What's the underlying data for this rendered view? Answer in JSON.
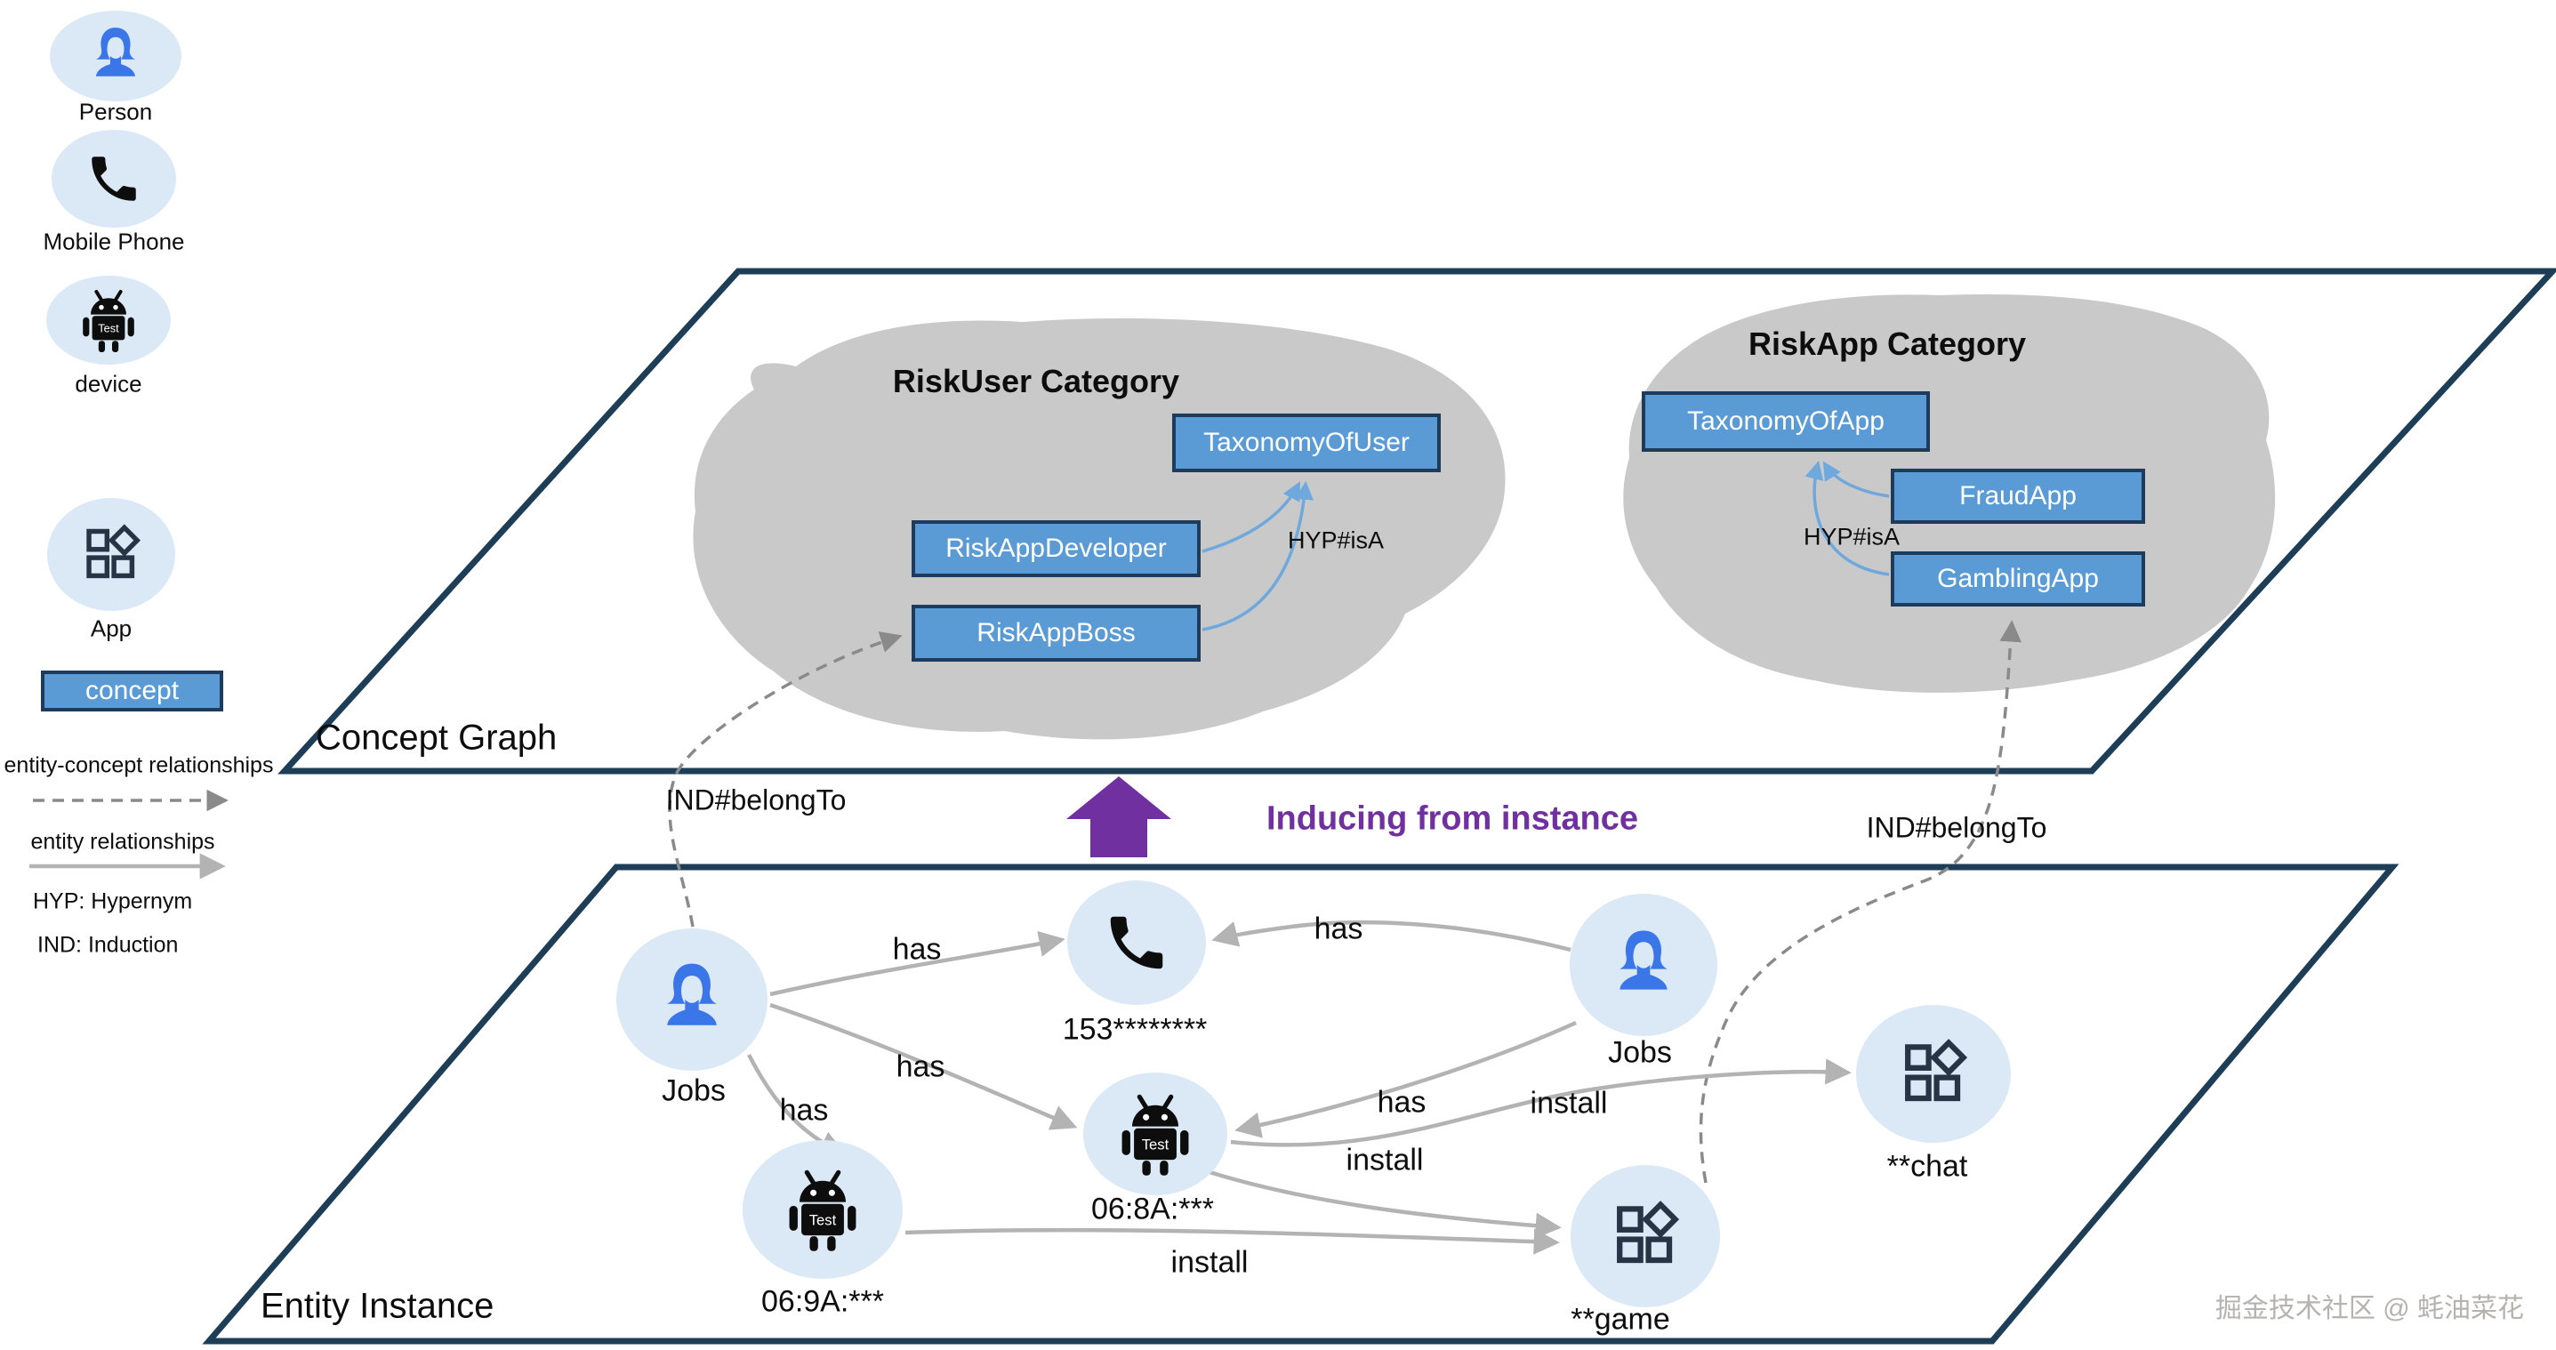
{
  "legend": {
    "items": [
      {
        "label": "Person"
      },
      {
        "label": "Mobile Phone"
      },
      {
        "label": "device"
      },
      {
        "label": "App"
      }
    ],
    "device_badge": "Test",
    "concept_label": "concept",
    "entity_concept_label": "entity-concept relationships",
    "entity_label": "entity relationships",
    "hyp_label": "HYP: Hypernym",
    "ind_label": "IND: Induction"
  },
  "concept_graph": {
    "title": "Concept Graph",
    "risk_user": {
      "title": "RiskUser Category",
      "nodes": [
        "TaxonomyOfUser",
        "RiskAppDeveloper",
        "RiskAppBoss"
      ],
      "edge_label": "HYP#isA"
    },
    "risk_app": {
      "title": "RiskApp Category",
      "nodes": [
        "TaxonomyOfApp",
        "FraudApp",
        "GamblingApp"
      ],
      "edge_label": "HYP#isA"
    }
  },
  "middle": {
    "left_edge_label": "IND#belongTo",
    "right_edge_label": "IND#belongTo",
    "inducing_label": "Inducing from instance"
  },
  "entity_graph": {
    "title": "Entity Instance",
    "nodes": {
      "jobs_left": "Jobs",
      "phone": "153********",
      "jobs_right": "Jobs",
      "device_a": "06:8A:***",
      "device_b": "06:9A:***",
      "game": "**game",
      "chat": "**chat",
      "android_badge": "Test"
    },
    "edge_labels": {
      "has1": "has",
      "has2": "has",
      "has3": "has",
      "has4": "has",
      "has5": "has",
      "install1": "install",
      "install2": "install",
      "install3": "install"
    }
  },
  "watermark": "掘金技术社区 @ 蚝油菜花",
  "colors": {
    "box_fill": "#5b9bd5",
    "box_border": "#1f3b5c",
    "parallelogram_stroke": "#1e3d56",
    "blob_gray": "#c9c9c9",
    "node_fill": "#dbe8f6",
    "person_blue": "#3b76e8",
    "entity_edge_gray": "#b3b3b3",
    "concept_edge_dash_gray": "#8a8a8a",
    "hyp_edge_blue": "#6fa8dc",
    "inducing_purple": "#7030a0"
  }
}
